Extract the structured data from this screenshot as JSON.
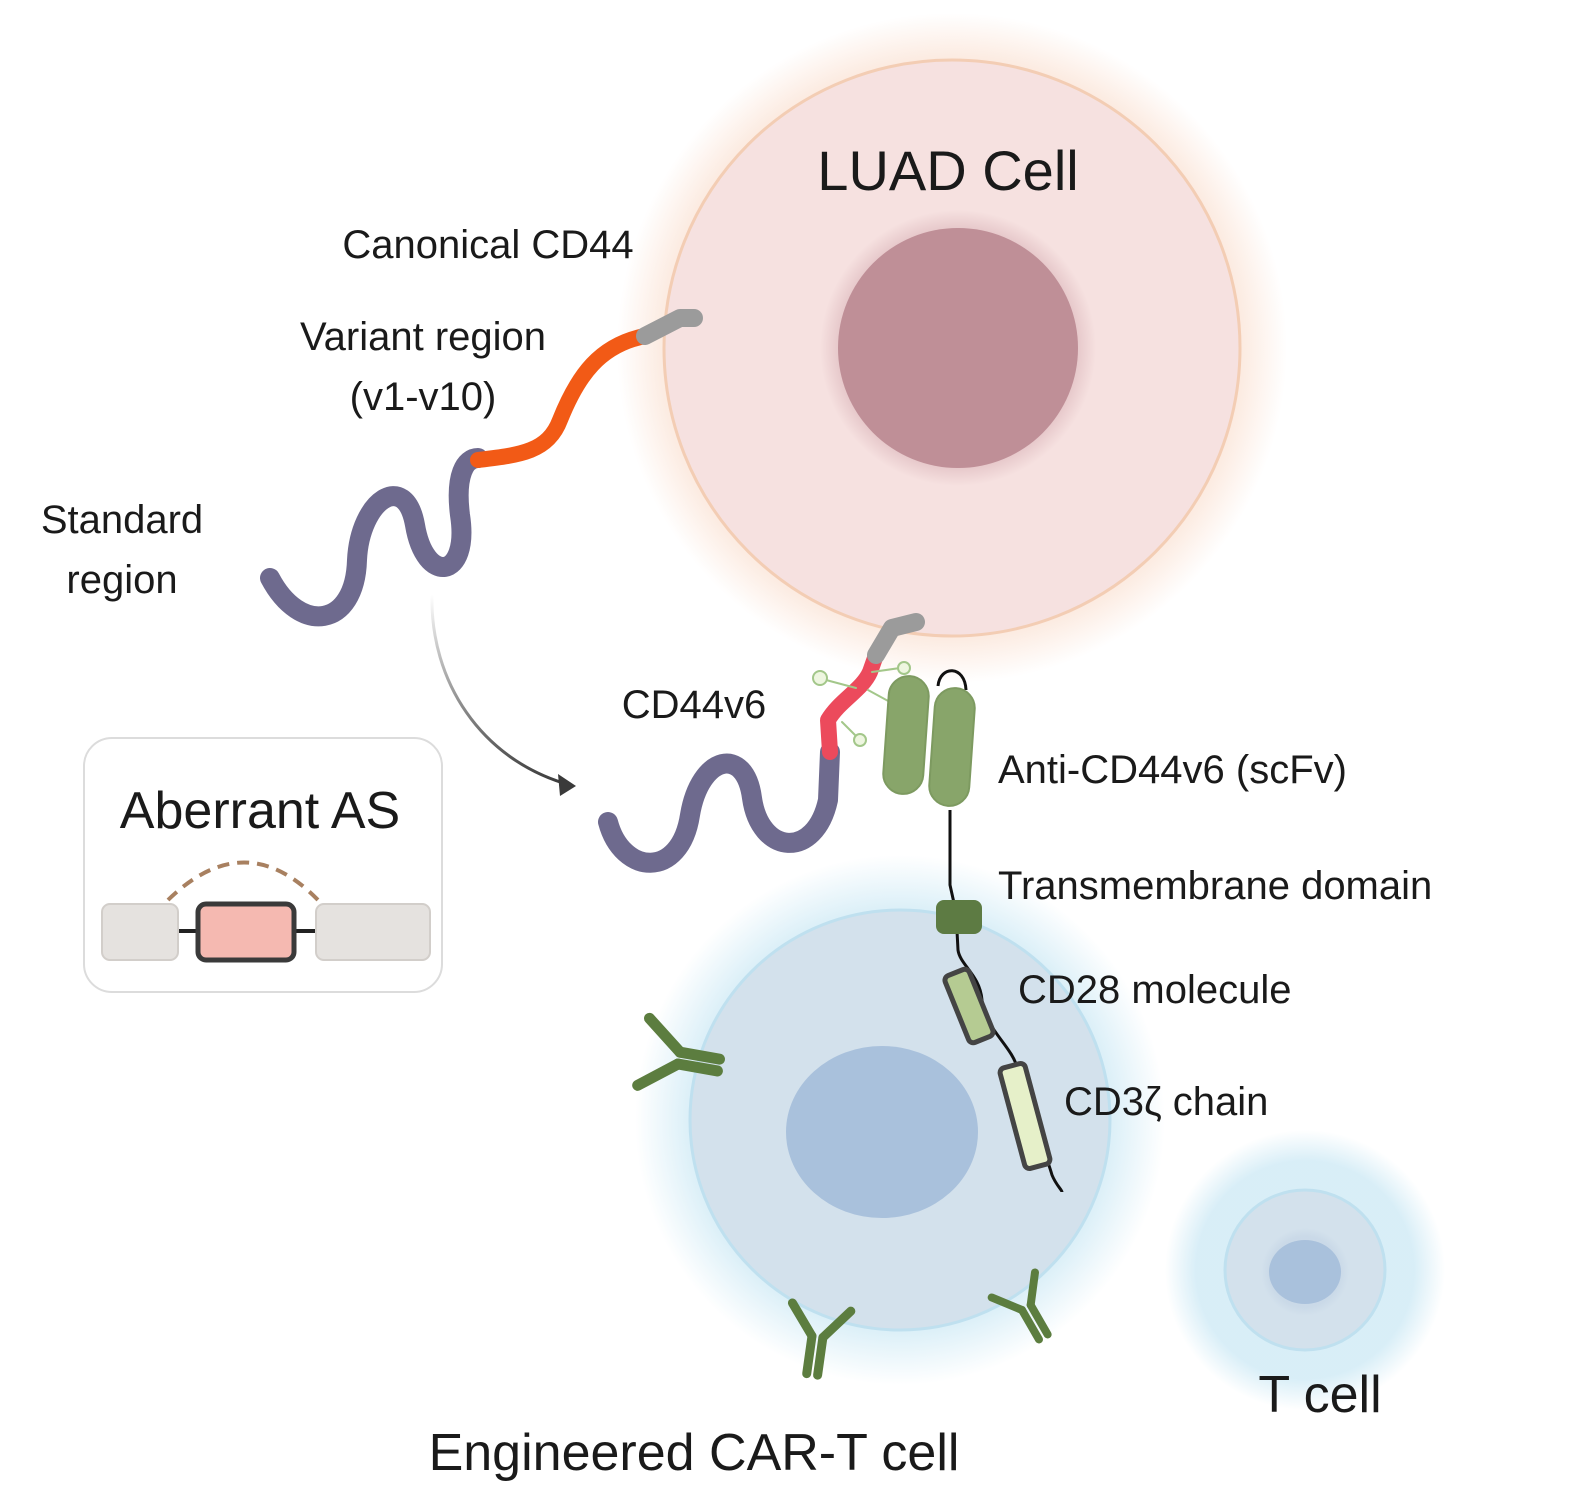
{
  "labels": {
    "luad_cell": "LUAD Cell",
    "canonical_cd44": "Canonical CD44",
    "variant_region_line1": "Variant region",
    "variant_region_line2": "(v1-v10)",
    "standard_region_line1": "Standard",
    "standard_region_line2": "region",
    "cd44v6": "CD44v6",
    "aberrant_as": "Aberrant AS",
    "anti_cd44v6": "Anti-CD44v6 (scFv)",
    "transmembrane_domain": "Transmembrane domain",
    "cd28_molecule": "CD28 molecule",
    "cd3z_chain": "CD3ζ chain",
    "engineered_cart": "Engineered CAR-T cell",
    "t_cell": "T cell"
  },
  "colors": {
    "luad_cell_fill": "#f6e1e0",
    "luad_nucleus": "#bf8f97",
    "luad_glow": "#f7c9ae",
    "cart_cell_fill": "#d3e1ec",
    "cart_nucleus": "#a9c1dc",
    "cell_glow": "#bfe3f2",
    "standard_region": "#6e6a8e",
    "variant_region": "#f25a16",
    "v6_region": "#ec4a5c",
    "stub_gray": "#9b9b9b",
    "scfv_green": "#88a56a",
    "tm_domain": "#5d7b43",
    "cd28_fill": "#b5cb92",
    "cd3z_fill": "#e6f0c9",
    "antibody_green": "#5c7d3f",
    "exon_pink": "#f5b9b1",
    "exon_gray": "#e5e2df",
    "splice_dash": "#a88060"
  }
}
